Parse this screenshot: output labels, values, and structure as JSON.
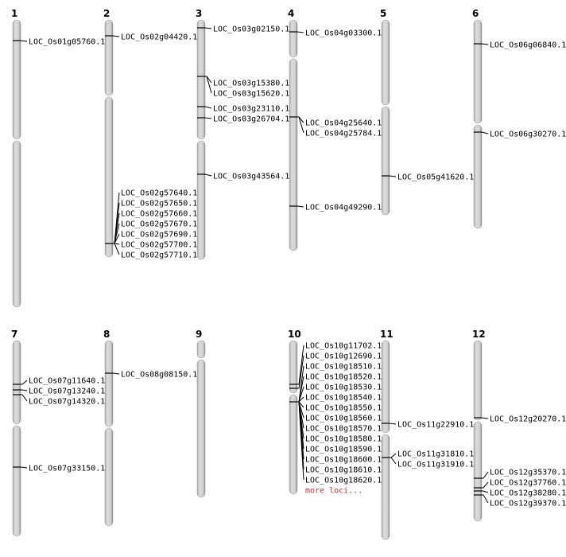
{
  "colors": {
    "chromosome": "#d2d2d2",
    "more_link": "#c83232"
  },
  "chromosomes": [
    {
      "label": "1",
      "groups": [
        [
          "LOC_Os01g05760.1"
        ]
      ]
    },
    {
      "label": "2",
      "groups": [
        [
          "LOC_Os02g04420.1"
        ],
        [
          "LOC_Os02g57640.1",
          "LOC_Os02g57650.1",
          "LOC_Os02g57660.1",
          "LOC_Os02g57670.1",
          "LOC_Os02g57690.1",
          "LOC_Os02g57700.1",
          "LOC_Os02g57710.1"
        ]
      ]
    },
    {
      "label": "3",
      "groups": [
        [
          "LOC_Os03g02150.1"
        ],
        [
          "LOC_Os03g15380.1",
          "LOC_Os03g15620.1"
        ],
        [
          "LOC_Os03g23110.1"
        ],
        [
          "LOC_Os03g26704.1"
        ],
        [
          "LOC_Os03g43564.1"
        ]
      ]
    },
    {
      "label": "4",
      "groups": [
        [
          "LOC_Os04g03300.1"
        ],
        [
          "LOC_Os04g25640.1",
          "LOC_Os04g25784.1"
        ],
        [
          "LOC_Os04g49290.1"
        ]
      ]
    },
    {
      "label": "5",
      "groups": [
        [
          "LOC_Os05g41620.1"
        ]
      ]
    },
    {
      "label": "6",
      "groups": [
        [
          "LOC_Os06g06840.1"
        ],
        [
          "LOC_Os06g30270.1"
        ]
      ]
    },
    {
      "label": "7",
      "groups": [
        [
          "LOC_Os07g11640.1",
          "LOC_Os07g13240.1",
          "LOC_Os07g14320.1"
        ],
        [
          "LOC_Os07g33150.1"
        ]
      ]
    },
    {
      "label": "8",
      "groups": [
        [
          "LOC_Os08g08150.1"
        ]
      ]
    },
    {
      "label": "9",
      "groups": []
    },
    {
      "label": "10",
      "groups": [
        [
          "LOC_Os10g11702.1",
          "LOC_Os10g12690.1",
          "LOC_Os10g18510.1",
          "LOC_Os10g18520.1",
          "LOC_Os10g18530.1",
          "LOC_Os10g18540.1",
          "LOC_Os10g18550.1",
          "LOC_Os10g18560.1",
          "LOC_Os10g18570.1",
          "LOC_Os10g18580.1",
          "LOC_Os10g18590.1",
          "LOC_Os10g18600.1",
          "LOC_Os10g18610.1",
          "LOC_Os10g18620.1"
        ]
      ],
      "more": "more loci..."
    },
    {
      "label": "11",
      "groups": [
        [
          "LOC_Os11g22910.1"
        ],
        [
          "LOC_Os11g31810.1",
          "LOC_Os11g31910.1"
        ]
      ]
    },
    {
      "label": "12",
      "groups": [
        [
          "LOC_Os12g20270.1"
        ],
        [
          "LOC_Os12g35370.1",
          "LOC_Os12g37760.1",
          "LOC_Os12g38280.1",
          "LOC_Os12g39370.1"
        ]
      ]
    }
  ]
}
